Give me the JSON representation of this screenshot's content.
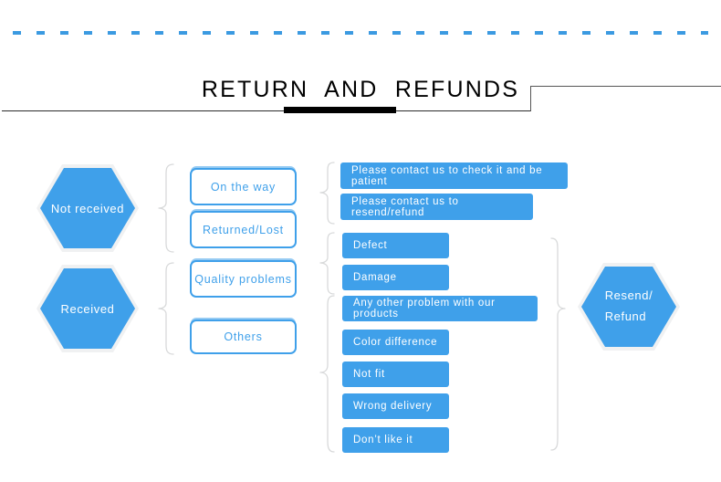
{
  "page": {
    "title": "RETURN  AND  REFUNDS"
  },
  "diagram": {
    "type": "flowchart",
    "stages": {
      "status": [
        {
          "id": "not-received",
          "label": "Not  received"
        },
        {
          "id": "received",
          "label": "Received"
        }
      ],
      "reasons": [
        {
          "id": "on-the-way",
          "label": "On  the  way"
        },
        {
          "id": "returned-lost",
          "label": "Returned/Lost"
        },
        {
          "id": "quality-problems",
          "label": "Quality  problems"
        },
        {
          "id": "others",
          "label": "Others"
        }
      ],
      "actions": [
        {
          "id": "contact-check",
          "label": "Please  contact  us  to  check  it  and  be  patient"
        },
        {
          "id": "contact-resend",
          "label": "Please  contact  us  to  resend/refund"
        },
        {
          "id": "defect",
          "label": "Defect"
        },
        {
          "id": "damage",
          "label": "Damage"
        },
        {
          "id": "any-other-problem",
          "label": "Any  other  problem  with  our  products"
        },
        {
          "id": "color-difference",
          "label": "Color  difference"
        },
        {
          "id": "not-fit",
          "label": "Not  fit"
        },
        {
          "id": "wrong-delivery",
          "label": "Wrong  delivery"
        },
        {
          "id": "dont-like-it",
          "label": "Don’t  like  it"
        }
      ],
      "outcome": {
        "id": "resend-refund",
        "line1": "Resend/",
        "line2": "Refund"
      }
    }
  },
  "colors": {
    "accent_blue": "#3fa0ea",
    "dash_blue": "#3b9ae1",
    "brace_gray": "#d8d9da",
    "title_black": "#000000",
    "rule_gray": "#555555",
    "white": "#ffffff"
  }
}
